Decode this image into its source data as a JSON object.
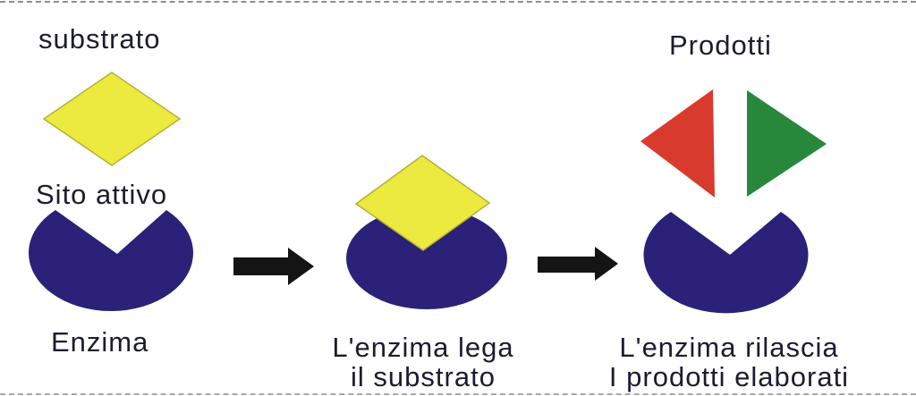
{
  "diagram": {
    "stage1": {
      "substrate_label": "substrato",
      "active_site_label": "Sito attivo",
      "enzyme_label": "Enzima"
    },
    "stage2": {
      "caption_line1": "L'enzima lega",
      "caption_line2": "il substrato"
    },
    "stage3": {
      "products_label": "Prodotti",
      "caption_line1": "L'enzima rilascia",
      "caption_line2": "I prodotti elaborati"
    },
    "colors": {
      "enzyme": "#2b2178",
      "substrate_fill": "#ece93f",
      "substrate_border": "#b5b132",
      "product_red": "#d93a2e",
      "product_green": "#27873b",
      "arrow": "#141414",
      "text": "#1c1c30",
      "background": "#ffffff"
    }
  }
}
